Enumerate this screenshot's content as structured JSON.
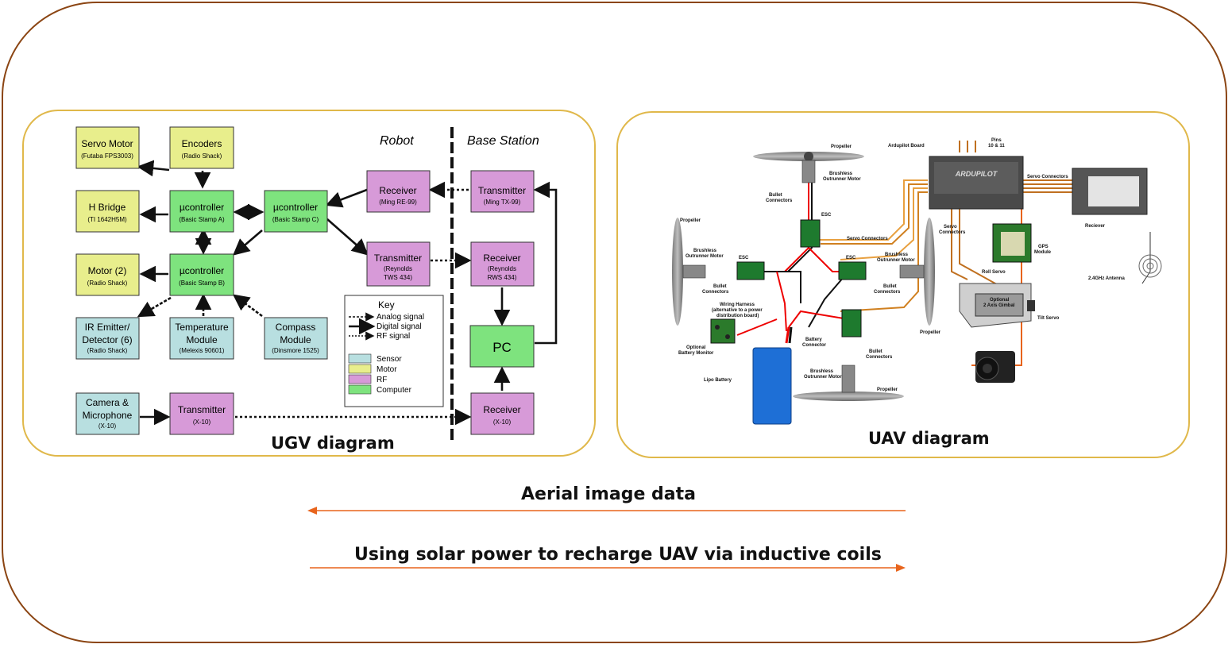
{
  "colors": {
    "frame": "#8b4513",
    "panel_border": "#e0b84a",
    "sensor": "#b8dfe0",
    "motor": "#e8ee8c",
    "rf": "#d79ad8",
    "computer": "#7ee37e",
    "arrow": "#e8641c"
  },
  "ugv": {
    "caption": "UGV diagram",
    "robot_label": "Robot",
    "base_label": "Base Station",
    "blocks": {
      "servo": {
        "title": "Servo Motor",
        "sub": "(Futaba FPS3003)"
      },
      "encoders": {
        "title": "Encoders",
        "sub": "(Radio Shack)"
      },
      "hbridge": {
        "title": "H Bridge",
        "sub": "(TI 1642H5M)"
      },
      "uc_a": {
        "title": "µcontroller",
        "sub": "(Basic Stamp A)"
      },
      "uc_c": {
        "title": "µcontroller",
        "sub": "(Basic Stamp C)"
      },
      "motor2": {
        "title": "Motor (2)",
        "sub": "(Radio Shack)"
      },
      "uc_b": {
        "title": "µcontroller",
        "sub": "(Basic Stamp B)"
      },
      "ir": {
        "title1": "IR Emitter/",
        "title2": "Detector (6)",
        "sub": "(Radio Shack)"
      },
      "temp": {
        "title1": "Temperature",
        "title2": "Module",
        "sub": "(Melexis 90601)"
      },
      "compass": {
        "title1": "Compass",
        "title2": "Module",
        "sub": "(Dinsmore 1525)"
      },
      "camera": {
        "title1": "Camera &",
        "title2": "Microphone",
        "sub": "(X-10)"
      },
      "tx_x10": {
        "title": "Transmitter",
        "sub": "(X-10)"
      },
      "rx_ming": {
        "title": "Receiver",
        "sub": "(Ming RE-99)"
      },
      "tx_reynolds": {
        "title": "Transmitter",
        "sub1": "(Reynolds",
        "sub2": "TWS 434)"
      },
      "tx_ming": {
        "title": "Transmitter",
        "sub": "(Ming TX-99)"
      },
      "rx_reynolds": {
        "title": "Receiver",
        "sub1": "(Reynolds",
        "sub2": "RWS 434)"
      },
      "pc": {
        "title": "PC"
      },
      "rx_x10": {
        "title": "Receiver",
        "sub": "(X-10)"
      }
    },
    "key": {
      "title": "Key",
      "analog": "Analog signal",
      "digital": "Digital signal",
      "rf_signal": "RF signal",
      "sensor": "Sensor",
      "motor": "Motor",
      "rf": "RF",
      "computer": "Computer"
    }
  },
  "uav": {
    "caption": "UAV diagram",
    "labels": {
      "propeller_top": "Propeller",
      "brushless_top1": "Brushless",
      "brushless_top2": "Outrunner Motor",
      "bullet_top1": "Bullet",
      "bullet_top2": "Connectors",
      "esc": "ESC",
      "propeller_left": "Propeller",
      "brushless_left1": "Brushless",
      "brushless_left2": "Outrunner Motor",
      "bullet_left1": "Bullet",
      "bullet_left2": "Connectors",
      "servo_connectors_mid": "Servo Connectors",
      "brushless_right1": "Brushless",
      "brushless_right2": "Outrunner Motor",
      "bullet_right1": "Bullet",
      "bullet_right2": "Connectors",
      "propeller_right": "Propeller",
      "wiring1": "Wiring Harness",
      "wiring2": "(alternative to a power",
      "wiring3": "distribution board)",
      "optional_bm1": "Optional",
      "optional_bm2": "Battery Monitor",
      "battery_conn1": "Battery",
      "battery_conn2": "Connector",
      "lipo": "Lipo Battery",
      "bullet_bottom1": "Bullet",
      "bullet_bottom2": "Connectors",
      "brushless_bottom1": "Brushless",
      "brushless_bottom2": "Outrunner Motor",
      "propeller_bottom": "Propeller",
      "ardupilot_board": "Ardupilot Board",
      "pins1": "Pins",
      "pins2": "10 & 11",
      "servo_connectors_right": "Servo Connectors",
      "servo_connectors_left1": "Servo",
      "servo_connectors_left2": "Connectors",
      "gps1": "GPS",
      "gps2": "Module",
      "receiver": "Reciever",
      "antenna": "2.4GHz Antenna",
      "roll_servo": "Roll Servo",
      "gimbal1": "Optional",
      "gimbal2": "2 Axis Gimbal",
      "tilt_servo": "Tilt Servo",
      "board_brand": "ARDUPILOT"
    }
  },
  "arrows": {
    "top_label": "Aerial image data",
    "bottom_label": "Using solar power to recharge UAV via inductive coils"
  }
}
